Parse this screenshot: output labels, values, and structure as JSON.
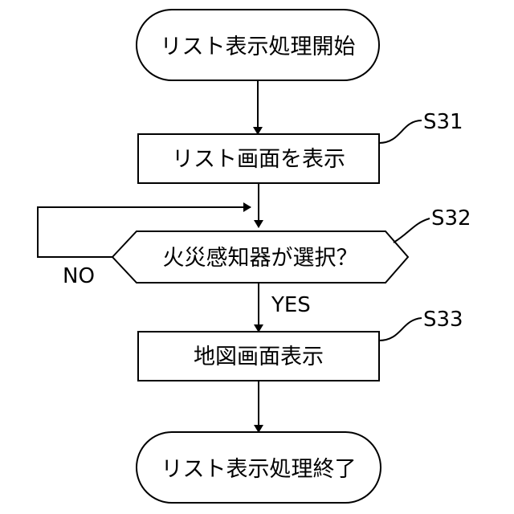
{
  "start": {
    "label": "リスト表示処理開始"
  },
  "steps": [
    {
      "id": "S31",
      "label": "リスト画面を表示"
    },
    {
      "id": "S32",
      "label": "火災感知器が選択？",
      "yes_label": "YES",
      "no_label": "NO"
    },
    {
      "id": "S33",
      "label": "地図画面表示"
    }
  ],
  "end": {
    "label": "リスト表示処理終了"
  }
}
